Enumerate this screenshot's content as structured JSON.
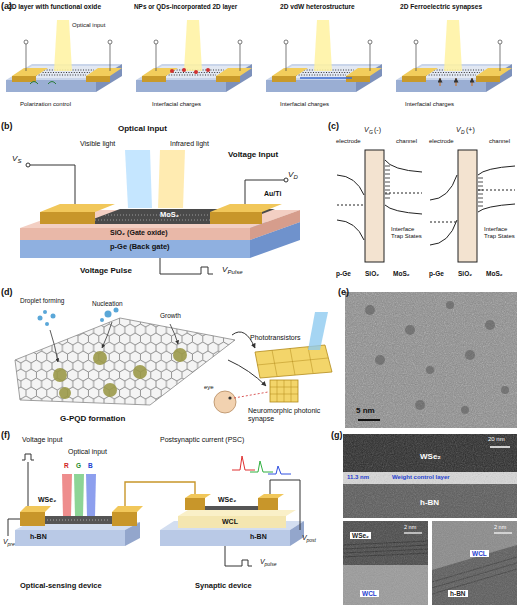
{
  "diagram": {
    "labels": [
      "(a)",
      "2D layer with functional oxide",
      "NPs or QDs-incorporated 2D layer",
      "2D vdW heterostructure",
      "2D Ferroelectric synapses",
      "Optical input",
      "Polarization control",
      "Interfacial charges",
      "Interfacial charges",
      "Interfacial charges",
      "(b)",
      "Optical Input",
      "Visible light",
      "Infrared light",
      "Voltage Input",
      "V",
      "S",
      "V",
      "D",
      "Au/Ti",
      "MoS₂",
      "SiO₂ (Gate oxide)",
      "p-Ge (Back gate)",
      "V",
      "Pulse",
      "Voltage Pulse",
      "(c)",
      "V",
      "G",
      "(-)",
      "electrode",
      "channel",
      "Interface Trap States",
      "p-Ge",
      "SiO₂",
      "MoS₂",
      "V",
      "D",
      "(+)",
      "electrode",
      "channel",
      "Interface Trap States",
      "p-Ge",
      "SiO₂",
      "MoS₂",
      "(d)",
      "Droplet forming",
      "Nucleation",
      "Growth",
      "G-PQD formation",
      "Phototransistors",
      "Neuromorphic photonic synapse",
      "eye",
      "(e)",
      "5 nm",
      "(f)",
      "Voltage input",
      "Optical input",
      "R",
      "G",
      "B",
      "Postsynaptic current (PSC)",
      "V",
      "pre",
      "V",
      "post",
      "WSe₂",
      "h-BN",
      "WSe₂",
      "WCL",
      "h-BN",
      "Optical-sensing device",
      "Synaptic device",
      "V",
      "pulse",
      "(g)",
      "20 nm",
      "WSe₂",
      "11.3 nm",
      "Weight control layer",
      "h-BN",
      "2 nm",
      "WSe₂",
      "WCL",
      "2 nm",
      "WCL",
      "h-BN"
    ]
  }
}
